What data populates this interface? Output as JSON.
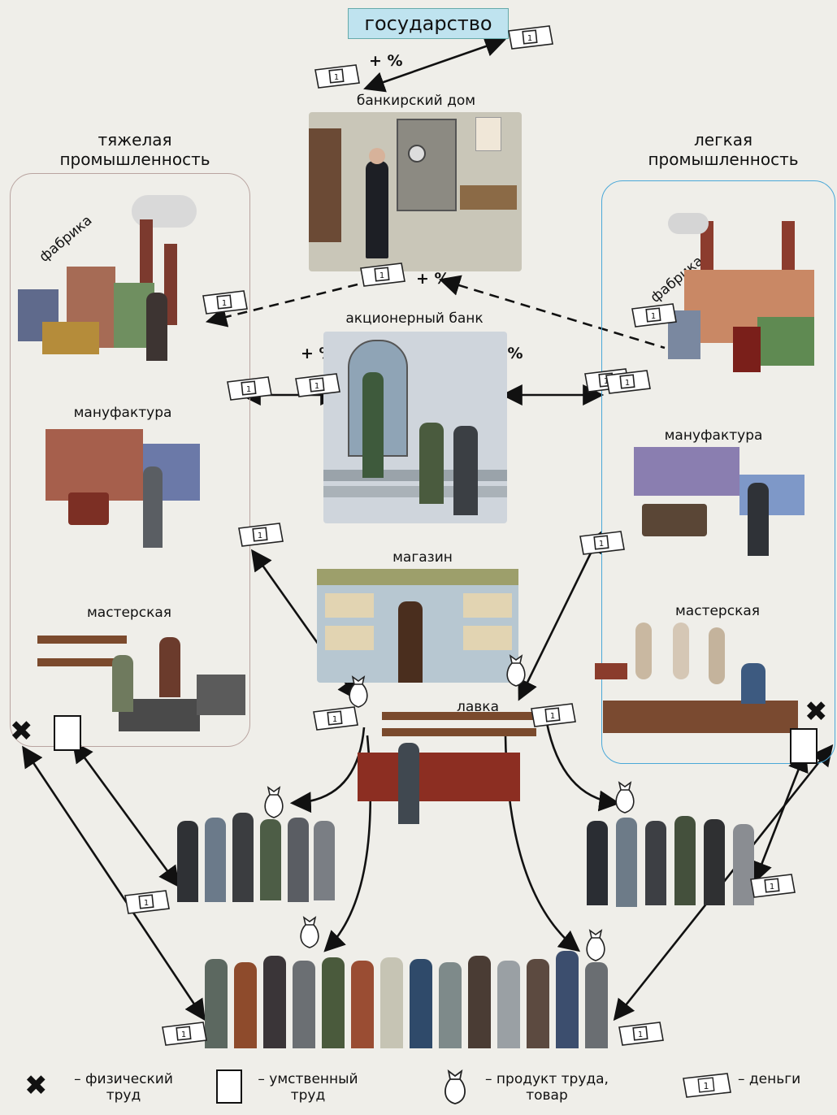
{
  "nodes": {
    "state": "государство",
    "bank_house": "банкирский дом",
    "joint_stock_bank": "акционерный банк",
    "store": "магазин",
    "shop": "лавка",
    "heavy_industry": [
      "тяжелая",
      "промышленность"
    ],
    "light_industry": [
      "легкая",
      "промышленность"
    ],
    "heavy_factory": "фабрика",
    "heavy_manufactory": "мануфактура",
    "heavy_workshop": "мастерская",
    "light_factory": "фабрика",
    "light_manufactory": "мануфактура",
    "light_workshop": "мастерская"
  },
  "interest_marks": {
    "top": "+ %",
    "bank_house_out": "+ %",
    "left": "+ %",
    "right": "+ %"
  },
  "bill_label": "1",
  "legend": {
    "physical_labor": [
      "– физический",
      "труд"
    ],
    "mental_labor": [
      "– умственный",
      "труд"
    ],
    "product": [
      "– продукт труда,",
      "товар"
    ],
    "money": "– деньги"
  },
  "colors": {
    "state_box": "#bfe3ef",
    "heavy_panel_border": "#b9a4a0",
    "light_panel_border": "#4aa8d8",
    "bill": "#ffffff",
    "bill_stroke": "#222222"
  }
}
